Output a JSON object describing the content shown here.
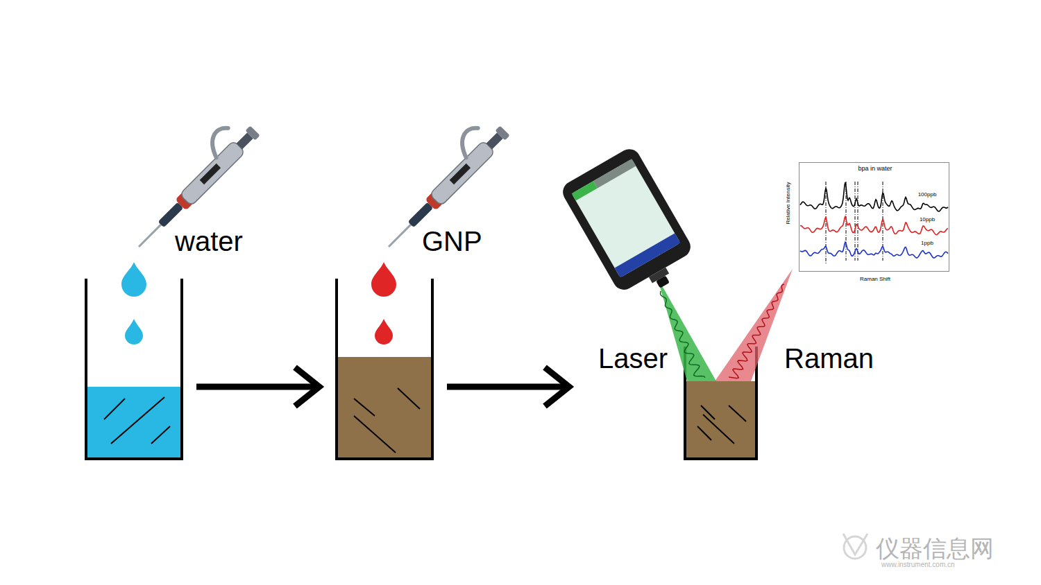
{
  "diagram": {
    "nodes": [
      {
        "text": [
          "bpa in water",
          "Relative Intensity",
          "Raman Shift",
          "100ppb",
          "10ppb",
          "1ppb"
        ]
      }
    ],
    "labels": [
      "water",
      "GNP",
      "Laser",
      "Raman",
      "仪器信息网",
      "www.instrument.com.cn"
    ]
  }
}
